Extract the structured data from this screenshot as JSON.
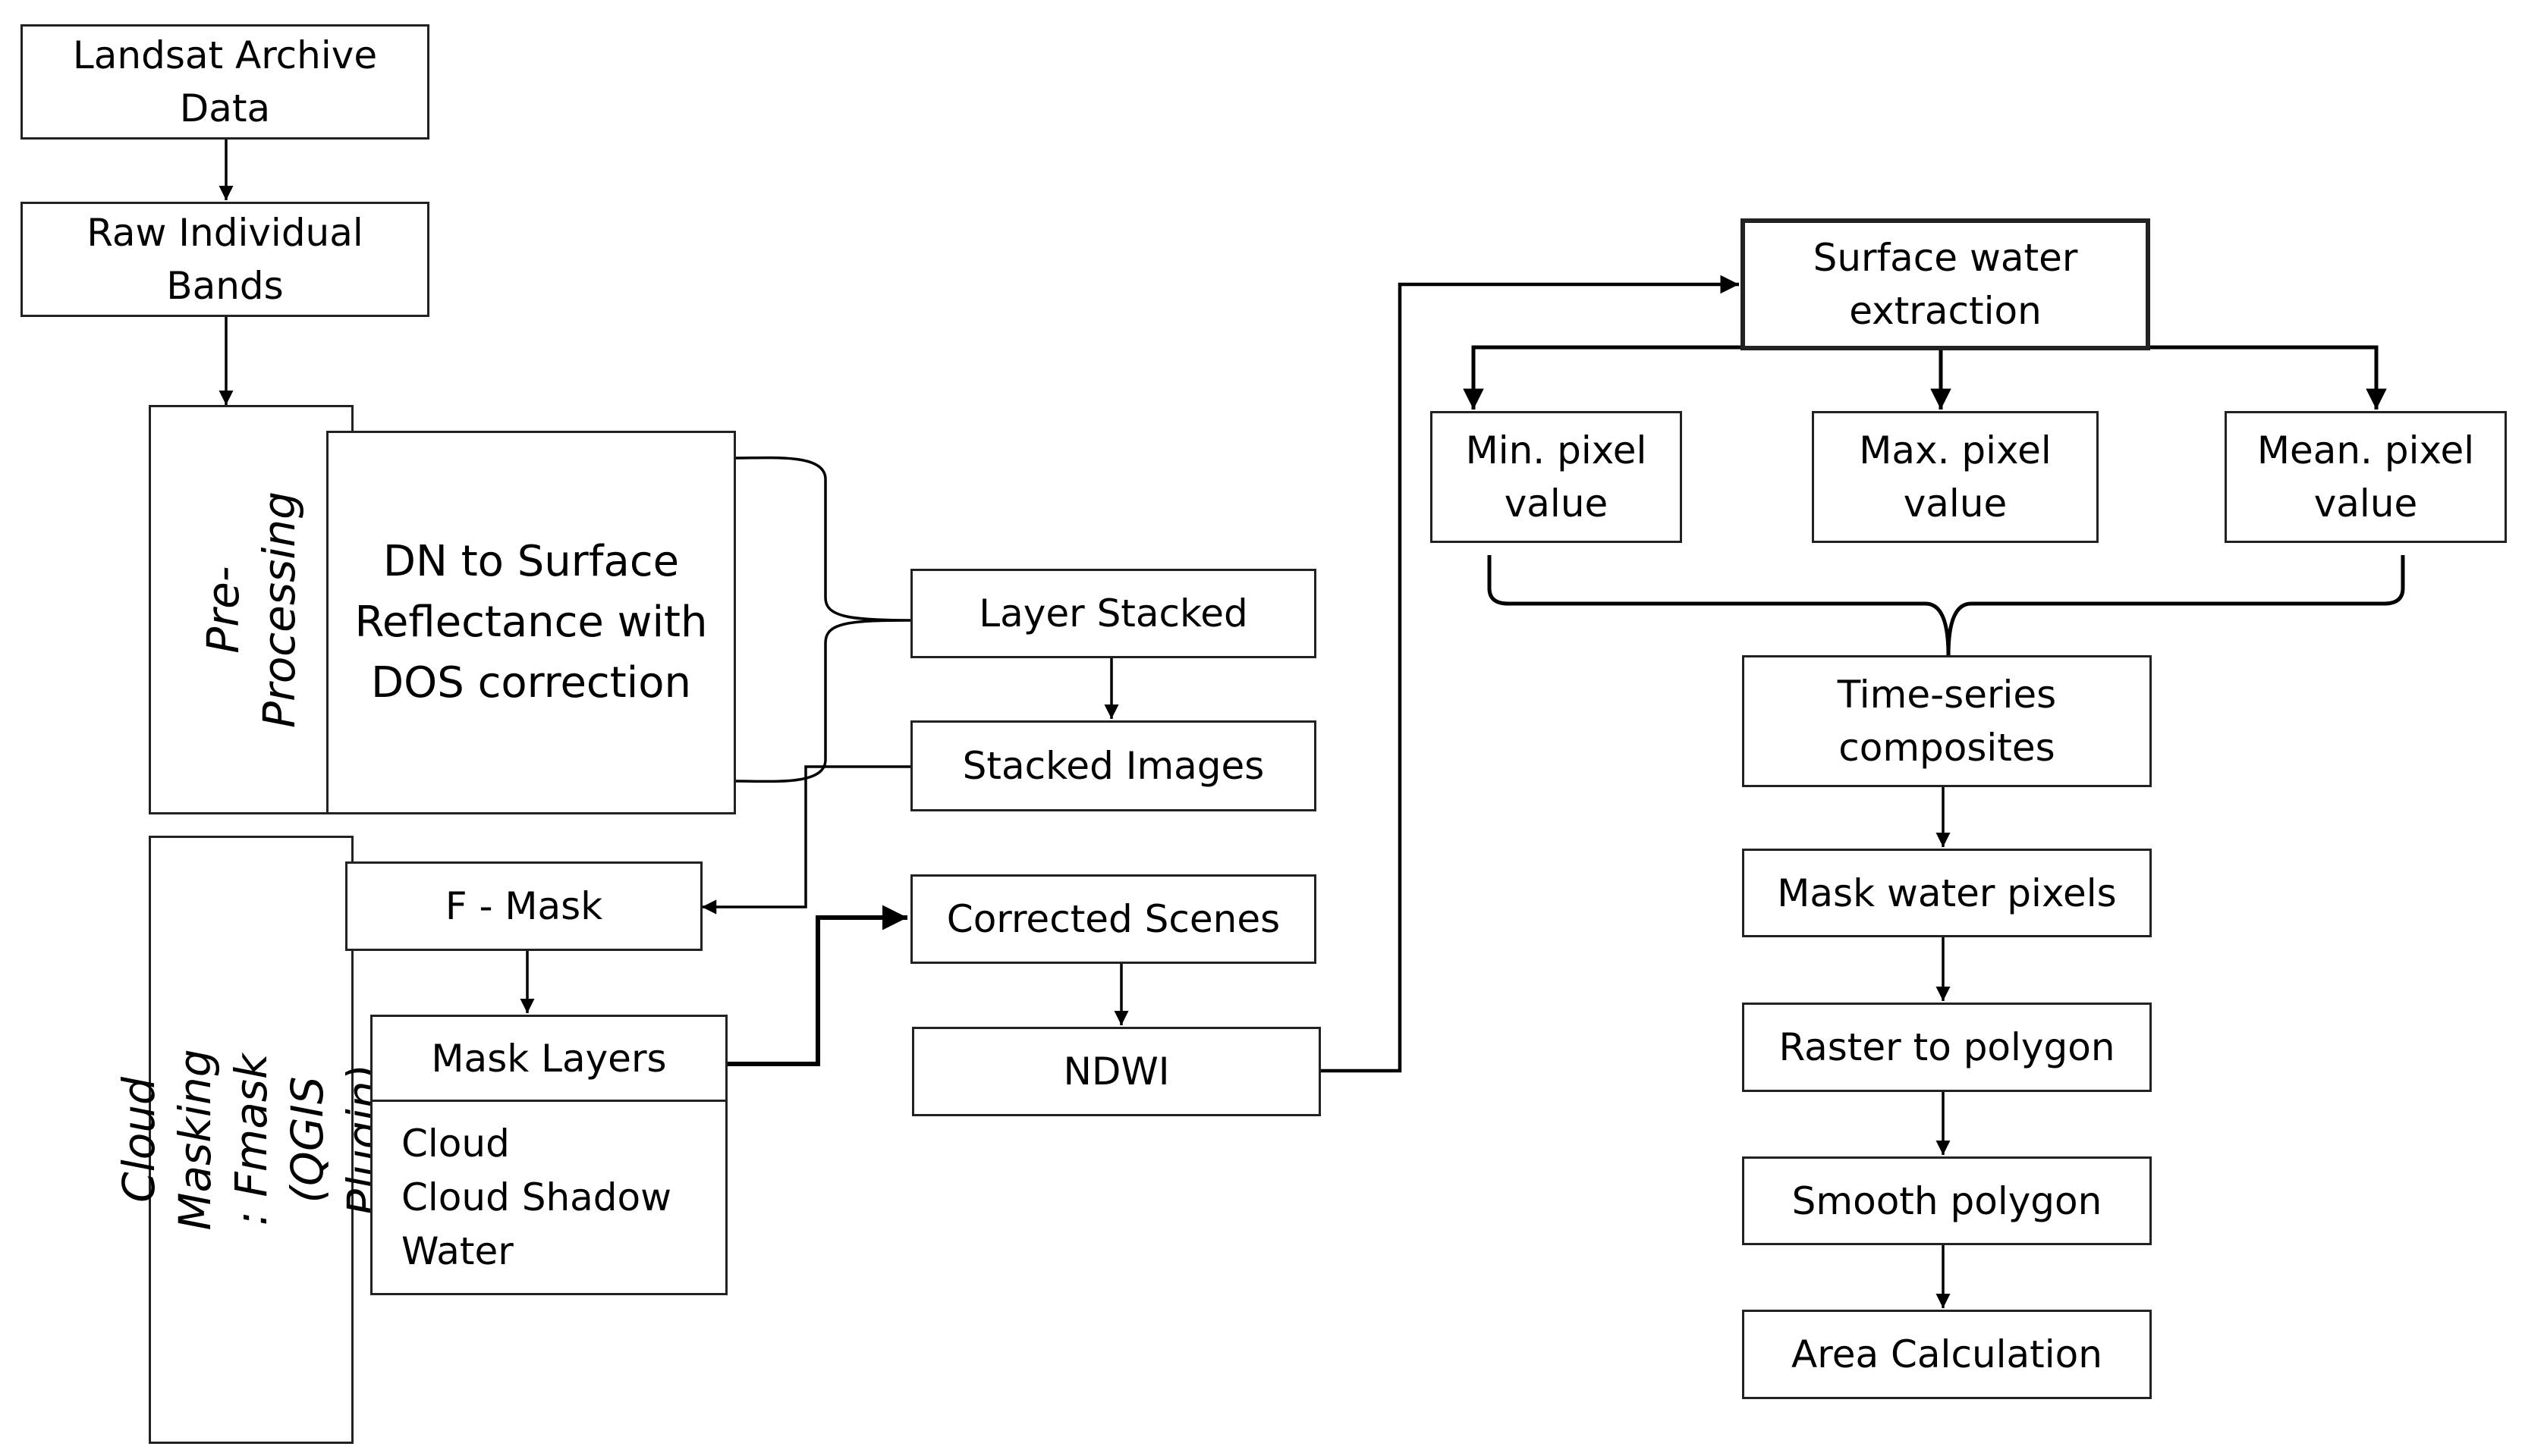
{
  "nodes": {
    "landsat": "Landsat Archive\nData",
    "raw": "Raw Individual\nBands",
    "pre_processing": "Pre-Processing",
    "dn": "DN to Surface\nReflectance with\nDOS correction",
    "cloud_masking": "Cloud Masking : Fmask\n(QGIS Plugin)",
    "fmask": "F - Mask",
    "mask_layers": "Mask Layers",
    "mask_items": [
      "Cloud",
      "Cloud Shadow",
      "Water"
    ],
    "layer_stacked": "Layer Stacked",
    "stacked_images": "Stacked Images",
    "corrected_scenes": "Corrected Scenes",
    "ndwi": "NDWI",
    "surface_water": "Surface water\nextraction",
    "min_pixel": "Min. pixel\nvalue",
    "max_pixel": "Max. pixel\nvalue",
    "mean_pixel": "Mean. pixel\nvalue",
    "time_series": "Time-series\ncomposites",
    "mask_water": "Mask water pixels",
    "raster_polygon": "Raster to polygon",
    "smooth_polygon": "Smooth polygon",
    "area_calc": "Area Calculation"
  },
  "colors": {
    "line": "#000000",
    "border": "#222222",
    "background": "#ffffff"
  }
}
